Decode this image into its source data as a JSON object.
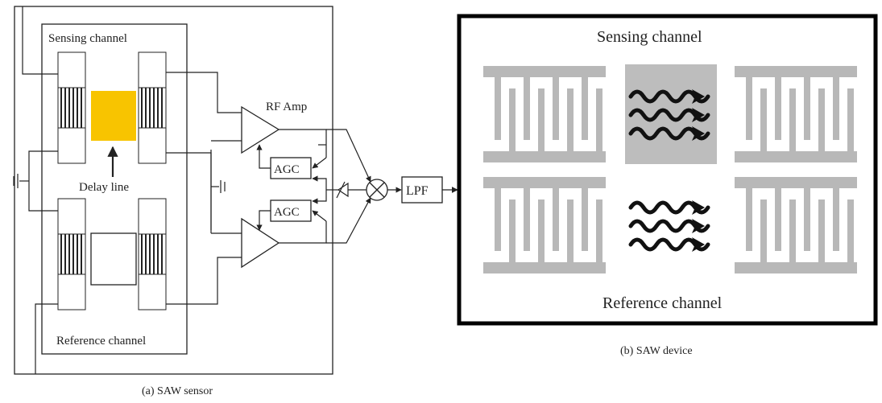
{
  "sensor": {
    "sensing_channel": "Sensing channel",
    "reference_channel": "Reference channel",
    "delay_line": "Delay line",
    "rf_amp": "RF Amp",
    "agc_top": "AGC",
    "agc_bottom": "AGC",
    "lpf": "LPF",
    "caption": "(a) SAW sensor"
  },
  "device": {
    "sensing_channel": "Sensing channel",
    "reference_channel": "Reference channel",
    "caption": "(b) SAW device"
  },
  "colors": {
    "delay_film": "#f8c400",
    "idt_gray": "#b8b8b8",
    "sensing_film_gray": "#bdbdbd",
    "line": "#222222"
  }
}
